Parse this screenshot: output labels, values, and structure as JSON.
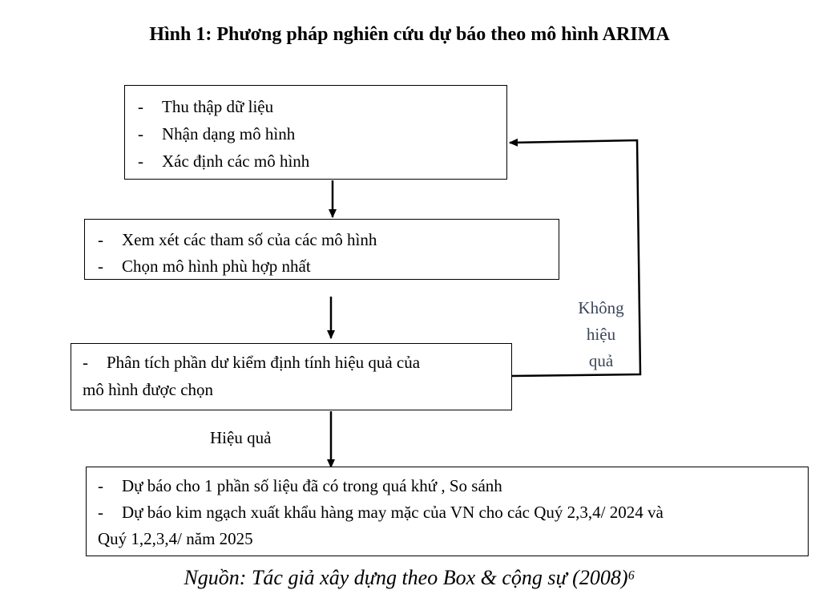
{
  "title": "Hình 1: Phương pháp nghiên cứu dự báo theo mô hình ARIMA",
  "boxes": {
    "step1": {
      "items": [
        "Thu thập dữ liệu",
        "Nhận dạng mô hình",
        "Xác định các mô hình"
      ]
    },
    "step2": {
      "items": [
        "Xem xét các tham số của các mô hình",
        "Chọn mô hình phù hợp nhất"
      ]
    },
    "step3": {
      "line1": "Phân tích phần dư kiểm định tính hiệu quả của",
      "line2": "mô hình được chọn"
    },
    "step4": {
      "item1": "Dự báo cho 1 phần số liệu đã có trong quá khứ , So sánh",
      "item2": "Dự báo kim ngạch xuất khẩu hàng may mặc của VN cho các Quý 2,3,4/ 2024 và",
      "item2_cont": "Quý 1,2,3,4/ năm 2025"
    }
  },
  "labels": {
    "feedback": [
      "Không",
      "hiệu",
      "quả"
    ],
    "effective": "Hiệu quả"
  },
  "source": "Nguồn: Tác giả xây dựng theo Box & cộng sự (2008)⁶"
}
